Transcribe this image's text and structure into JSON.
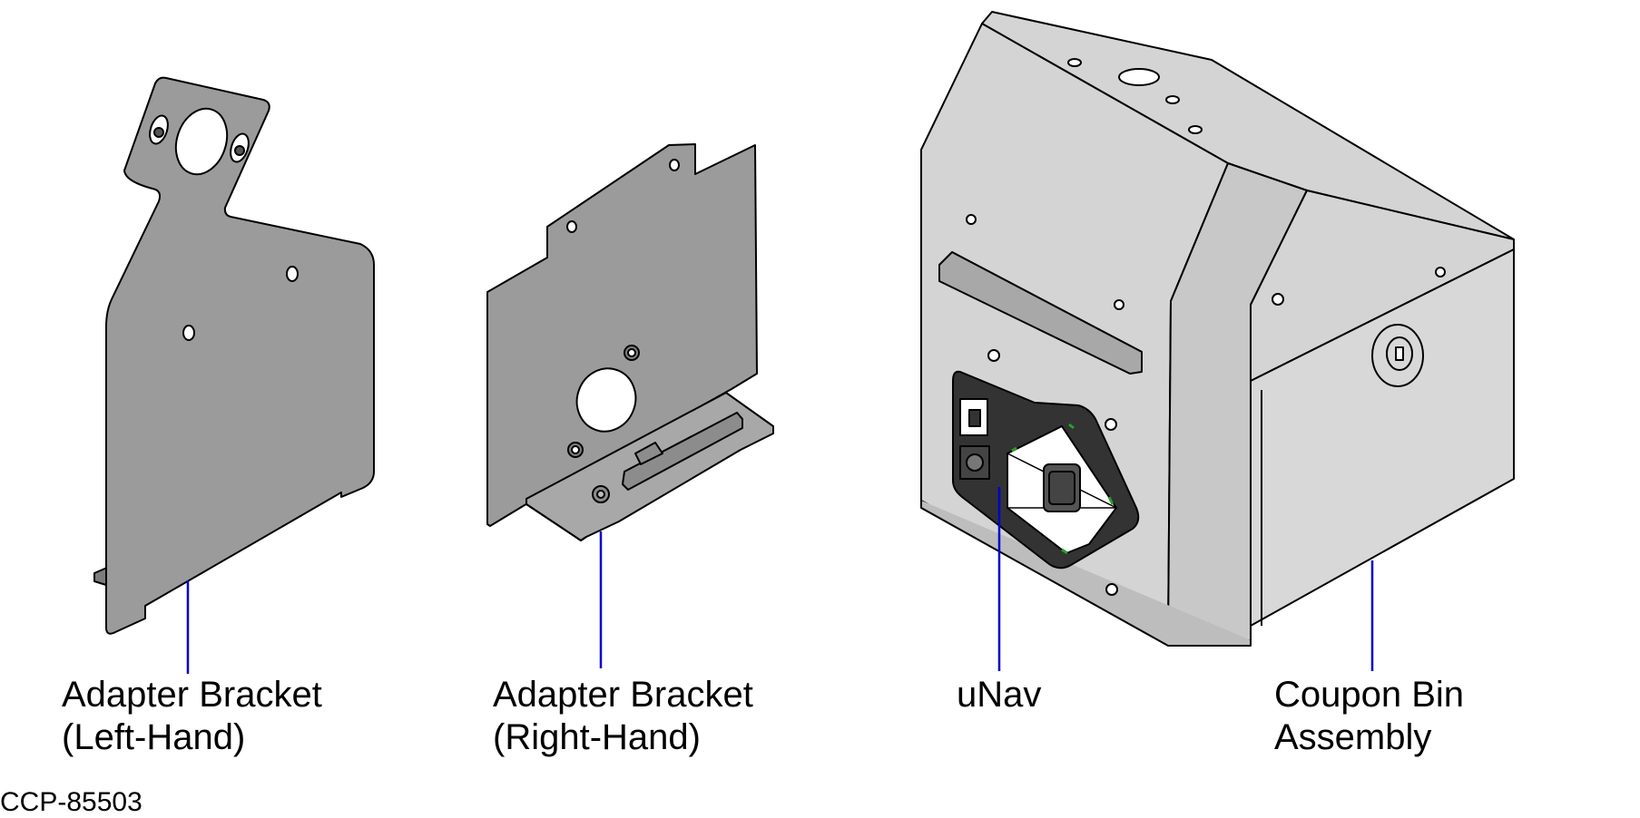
{
  "callouts": {
    "left_bracket": {
      "line1": "Adapter Bracket",
      "line2": "(Left-Hand)"
    },
    "right_bracket": {
      "line1": "Adapter Bracket",
      "line2": "(Right-Hand)"
    },
    "unav": {
      "line1": "uNav"
    },
    "coupon_bin": {
      "line1": "Coupon Bin",
      "line2": "Assembly"
    }
  },
  "figure_id": "CCP-85503",
  "colors": {
    "bracket_fill": "#9b9b9b",
    "housing_fill": "#d4d4d4",
    "housing_dark": "#bdbdbd",
    "leader_line": "#0000cc",
    "outline": "#000000"
  }
}
